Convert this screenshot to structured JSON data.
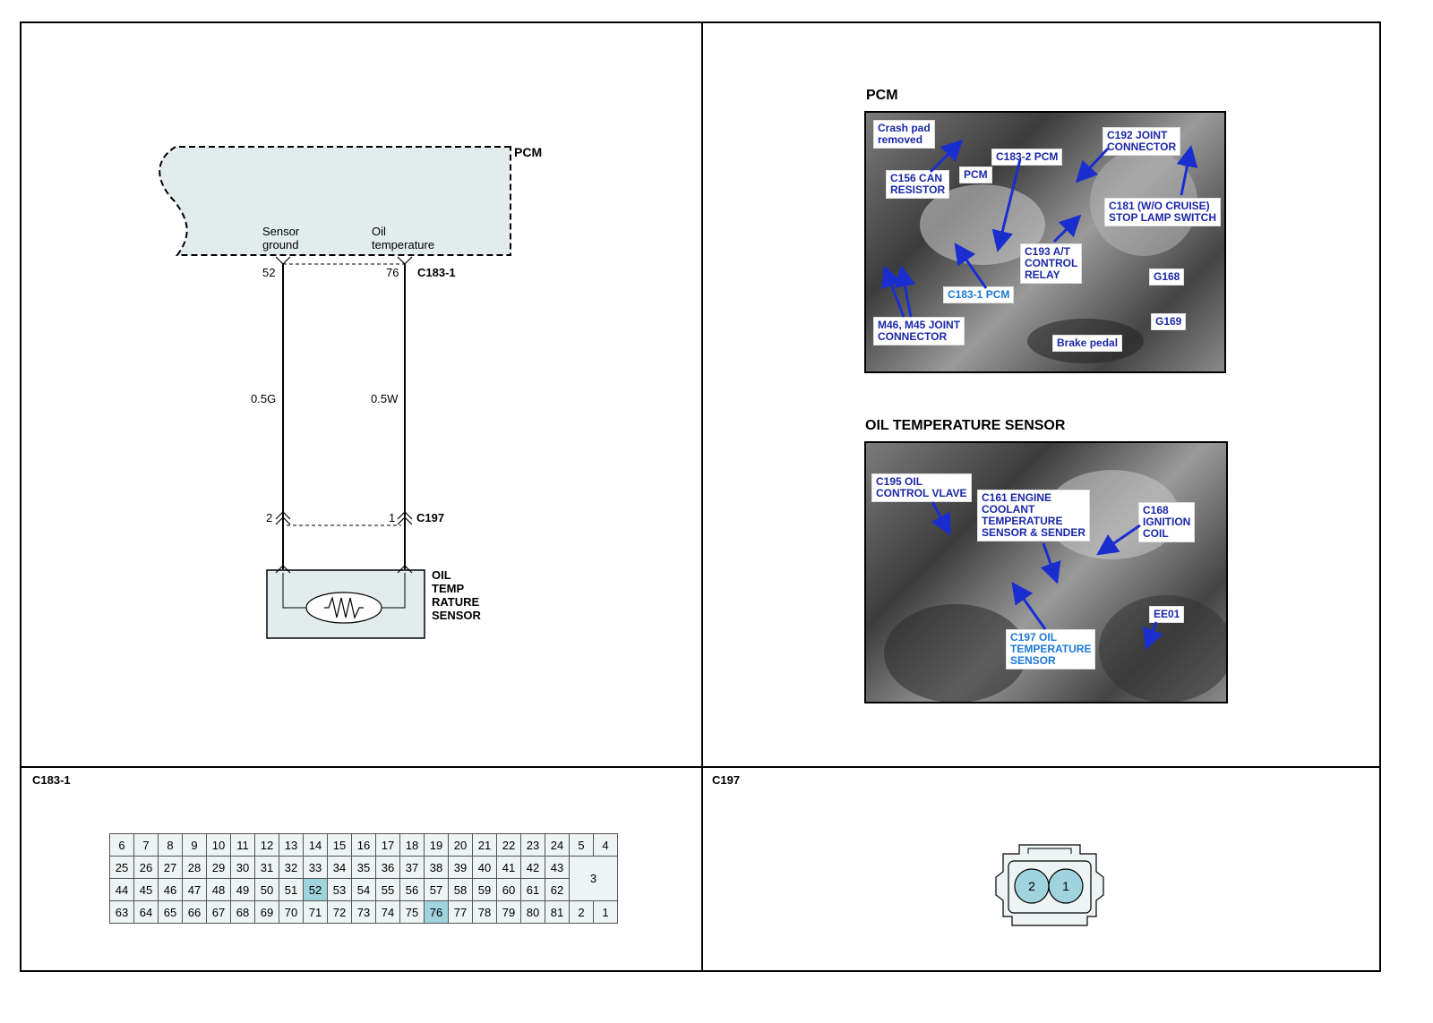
{
  "schematic": {
    "pcm_label": "PCM",
    "pin_sensor_ground_label_1": "Sensor",
    "pin_sensor_ground_label_2": "ground",
    "pin_oil_temp_label_1": "Oil",
    "pin_oil_temp_label_2": "temperature",
    "connector_top": "C183-1",
    "pin_left_top": "52",
    "pin_right_top": "76",
    "wire_left": "0.5G",
    "wire_right": "0.5W",
    "connector_bottom": "C197",
    "pin_left_bottom": "2",
    "pin_right_bottom": "1",
    "sensor_label_1": "OIL",
    "sensor_label_2": "TEMP",
    "sensor_label_3": "RATURE",
    "sensor_label_4": "SENSOR"
  },
  "pcm_photo": {
    "title": "PCM",
    "callouts": [
      "Crash pad\nremoved",
      "C156 CAN\nRESISTOR",
      "PCM",
      "C183-2 PCM",
      "C192 JOINT\nCONNECTOR",
      "C181 (W/O CRUISE)\nSTOP LAMP SWITCH",
      "C193 A/T\nCONTROL\nRELAY",
      "G168",
      "C183-1 PCM",
      "M46, M45 JOINT\nCONNECTOR",
      "G169",
      "Brake pedal"
    ]
  },
  "sensor_photo": {
    "title": "OIL TEMPERATURE SENSOR",
    "callouts": [
      "C195 OIL\nCONTROL VLAVE",
      "C161 ENGINE\nCOOLANT\nTEMPERATURE\nSENSOR & SENDER",
      "C168\nIGNITION\nCOIL",
      "EE01",
      "C197 OIL\nTEMPERATURE\nSENSOR"
    ]
  },
  "connector_c183": {
    "title": "C183-1",
    "rows": [
      [
        "6",
        "7",
        "8",
        "9",
        "10",
        "11",
        "12",
        "13",
        "14",
        "15",
        "16",
        "17",
        "18",
        "19",
        "20",
        "21",
        "22",
        "23",
        "24",
        "5",
        "4"
      ],
      [
        "25",
        "26",
        "27",
        "28",
        "29",
        "30",
        "31",
        "32",
        "33",
        "34",
        "35",
        "36",
        "37",
        "38",
        "39",
        "40",
        "41",
        "42",
        "43"
      ],
      [
        "44",
        "45",
        "46",
        "47",
        "48",
        "49",
        "50",
        "51",
        "52",
        "53",
        "54",
        "55",
        "56",
        "57",
        "58",
        "59",
        "60",
        "61",
        "62"
      ],
      [
        "63",
        "64",
        "65",
        "66",
        "67",
        "68",
        "69",
        "70",
        "71",
        "72",
        "73",
        "74",
        "75",
        "76",
        "77",
        "78",
        "79",
        "80",
        "81",
        "2",
        "1"
      ]
    ],
    "merged_pin": "3",
    "highlighted": [
      "52",
      "76"
    ]
  },
  "connector_c197": {
    "title": "C197",
    "pins": [
      "2",
      "1"
    ]
  },
  "colors": {
    "pcm_fill": "#e3ecec",
    "pin_fill": "#eef3f3",
    "highlight": "#9fd3dd",
    "callout_text": "#1a27a8",
    "callout_text_light": "#1a78d8",
    "arrow": "#1a2ed0"
  }
}
